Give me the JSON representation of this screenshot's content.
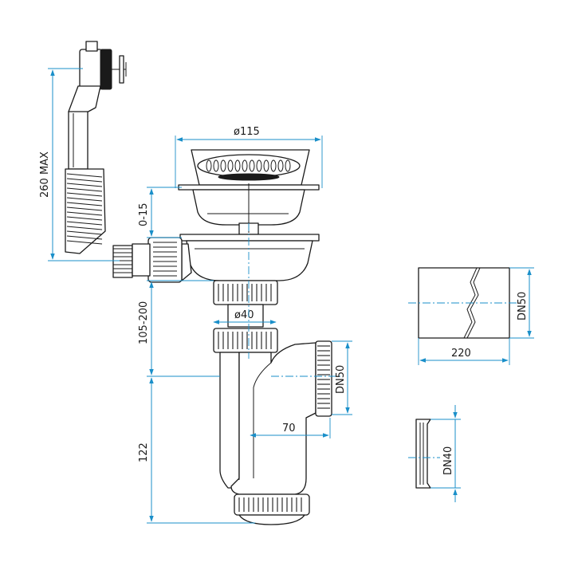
{
  "colors": {
    "dimension_line": "#1a8fc9",
    "outline": "#1a1a1a",
    "background": "#ffffff"
  },
  "dimensions": {
    "overflow_height": "260 MAX",
    "strainer_diameter": "ø115",
    "drain_offset": "0-15",
    "adjust_range": "105-200",
    "nut_diameter": "ø40",
    "outlet_dn": "DN50",
    "outlet_offset": "70",
    "trap_height": "122",
    "pipe_dn": "DN50",
    "pipe_length": "220",
    "gasket_dn": "DN40"
  }
}
